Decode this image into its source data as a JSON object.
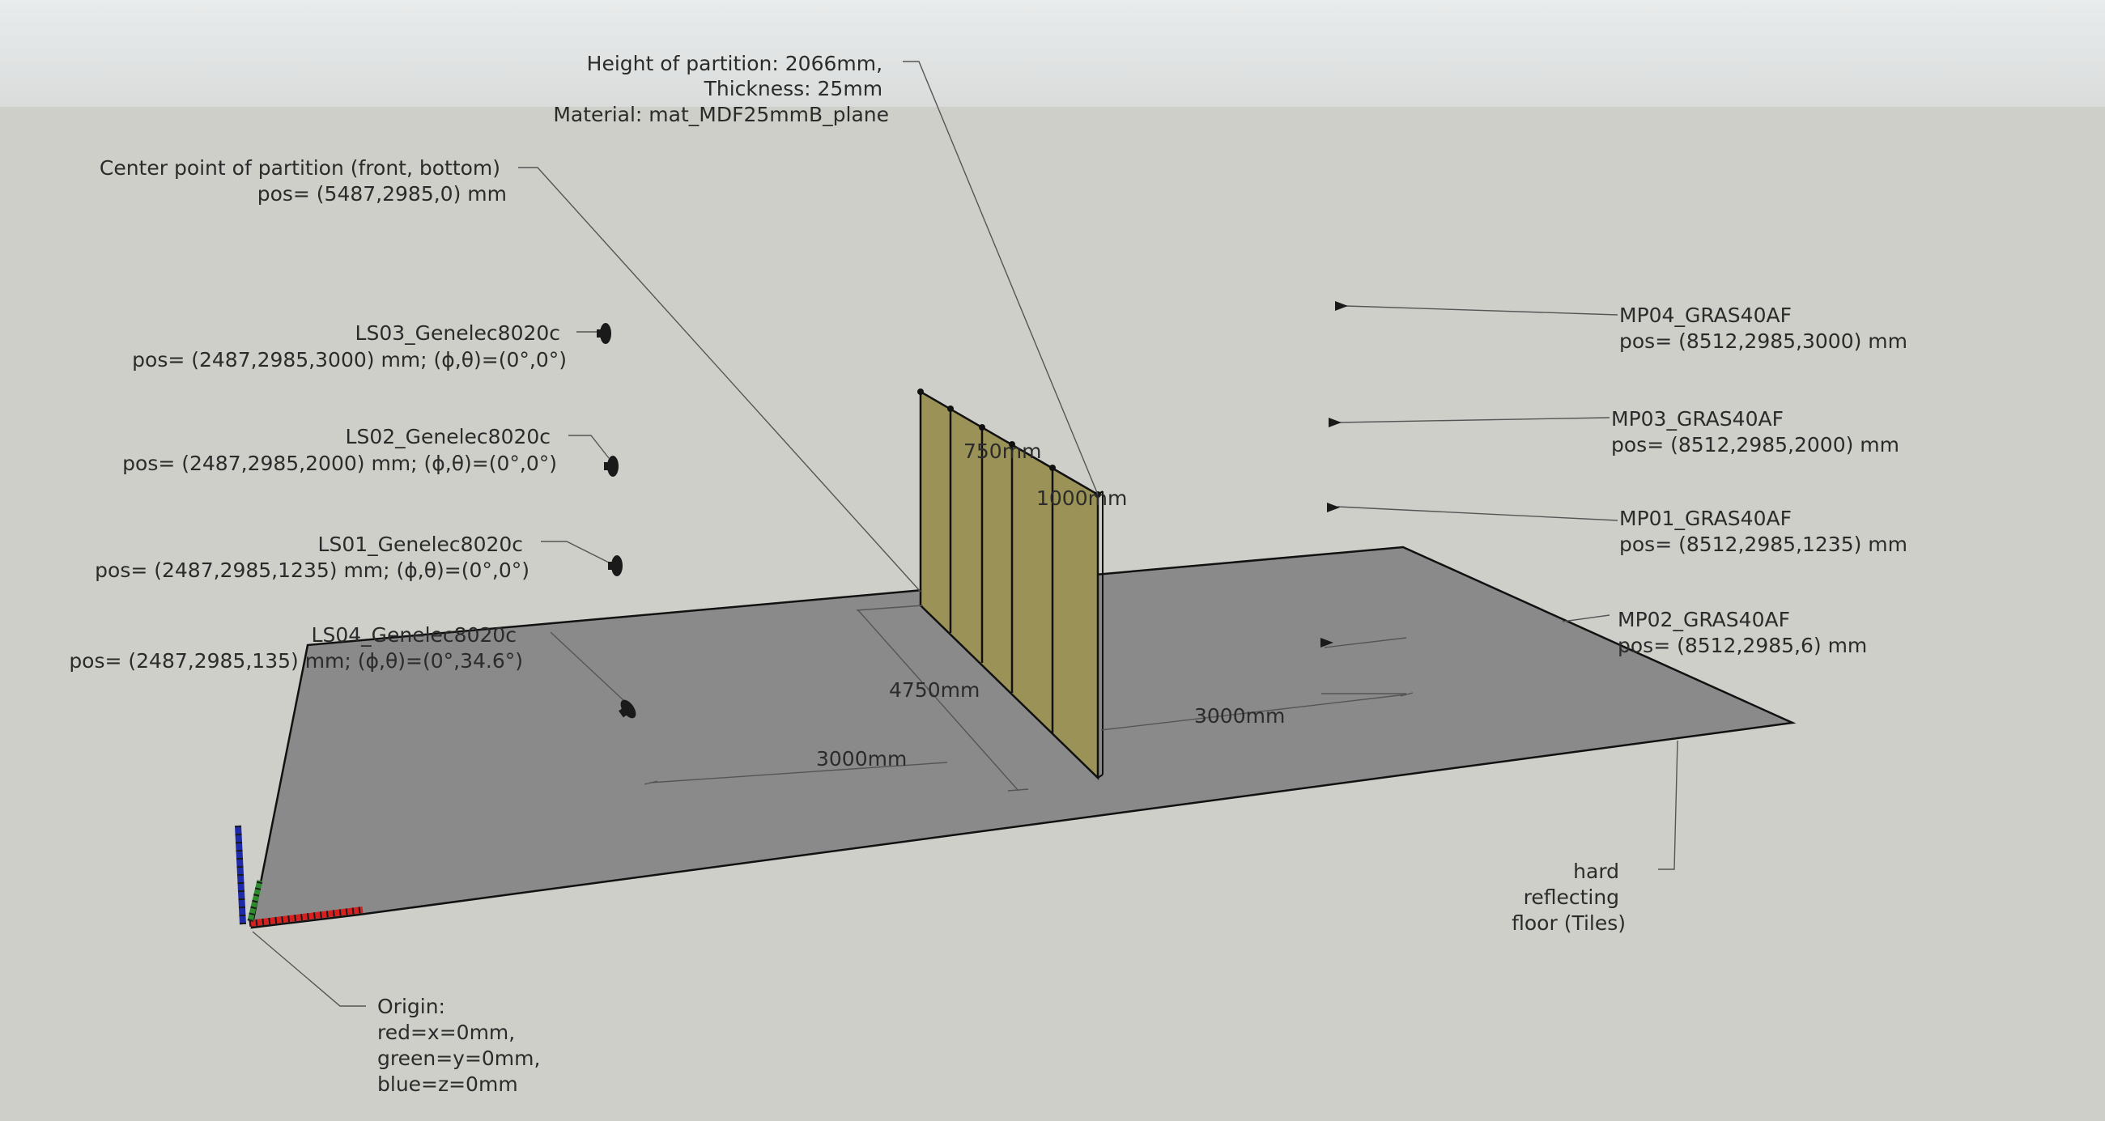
{
  "colors": {
    "sky_top": "#e9ecec",
    "sky_bottom": "#dadcdc",
    "ground": "#cfcfca",
    "floor": "#8a8a8a",
    "partition": "#9b9257",
    "axis_red": "#d62020",
    "axis_green": "#2e8b2e",
    "axis_blue": "#1f2aa8"
  },
  "annotations": {
    "partition_height": [
      "Height of partition: 2066mm,",
      "Thickness: 25mm",
      "Material: mat_MDF25mmB_plane"
    ],
    "partition_center": [
      "Center point of partition (front, bottom)",
      "pos= (5487,2985,0) mm"
    ],
    "ls03": [
      "LS03_Genelec8020c",
      "pos= (2487,2985,3000) mm; (ϕ,θ)=(0°,0°)"
    ],
    "ls02": [
      "LS02_Genelec8020c",
      "pos= (2487,2985,2000) mm; (ϕ,θ)=(0°,0°)"
    ],
    "ls01": [
      "LS01_Genelec8020c",
      "pos= (2487,2985,1235) mm; (ϕ,θ)=(0°,0°)"
    ],
    "ls04": [
      "LS04_Genelec8020c",
      "pos= (2487,2985,135) mm; (ϕ,θ)=(0°,34.6°)"
    ],
    "mp04": [
      "MP04_GRAS40AF",
      "pos= (8512,2985,3000) mm"
    ],
    "mp03": [
      "MP03_GRAS40AF",
      "pos= (8512,2985,2000) mm"
    ],
    "mp01": [
      "MP01_GRAS40AF",
      "pos= (8512,2985,1235) mm"
    ],
    "mp02": [
      "MP02_GRAS40AF",
      "pos= (8512,2985,6) mm"
    ],
    "floor": [
      "hard",
      "reflecting",
      "floor (Tiles)"
    ],
    "origin": [
      "Origin:",
      "red=x=0mm,",
      "green=y=0mm,",
      "blue=z=0mm"
    ]
  },
  "dimensions": {
    "d750": "750mm",
    "d1000": "1000mm",
    "d4750": "4750mm",
    "d3000_left": "3000mm",
    "d3000_right": "3000mm"
  },
  "icons": {
    "speaker": "speaker-icon",
    "microphone": "microphone-icon"
  }
}
